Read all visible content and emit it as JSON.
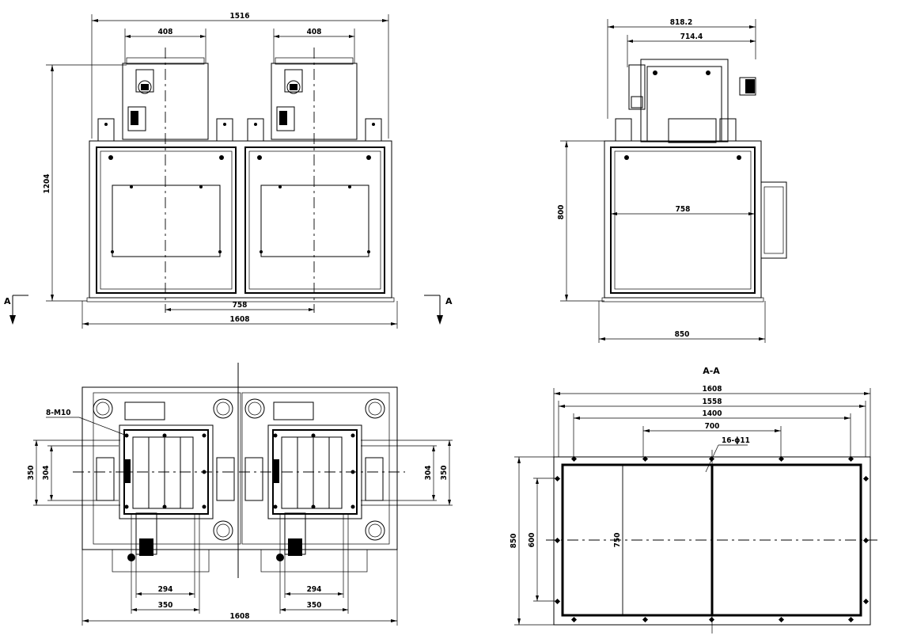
{
  "views": {
    "front": {
      "dim_top_overall": "1516",
      "dim_unit_width_left": "408",
      "dim_unit_width_right": "408",
      "dim_height": "1204",
      "dim_center_span": "758",
      "dim_base_width": "1608",
      "section_mark_left": "A",
      "section_mark_right": "A"
    },
    "side": {
      "dim_top_outer": "818.2",
      "dim_top_inner": "714.4",
      "dim_height": "800",
      "dim_inner_width": "758",
      "dim_base_width": "850"
    },
    "top": {
      "callout_bolts": "8-M10",
      "dim_left_outer": "350",
      "dim_left_inner": "304",
      "dim_right_inner": "304",
      "dim_right_outer": "350",
      "dim_bottom_left_inner": "294",
      "dim_bottom_left_outer": "350",
      "dim_bottom_right_inner": "294",
      "dim_bottom_right_outer": "350",
      "dim_base_width": "1608"
    },
    "section": {
      "title": "A-A",
      "dim_overall": "1608",
      "dim_second": "1558",
      "dim_third": "1400",
      "dim_fourth": "700",
      "callout_holes": "16-ϕ11",
      "dim_height_outer": "850",
      "dim_height_inner": "600",
      "dim_height_mid": "750"
    }
  }
}
